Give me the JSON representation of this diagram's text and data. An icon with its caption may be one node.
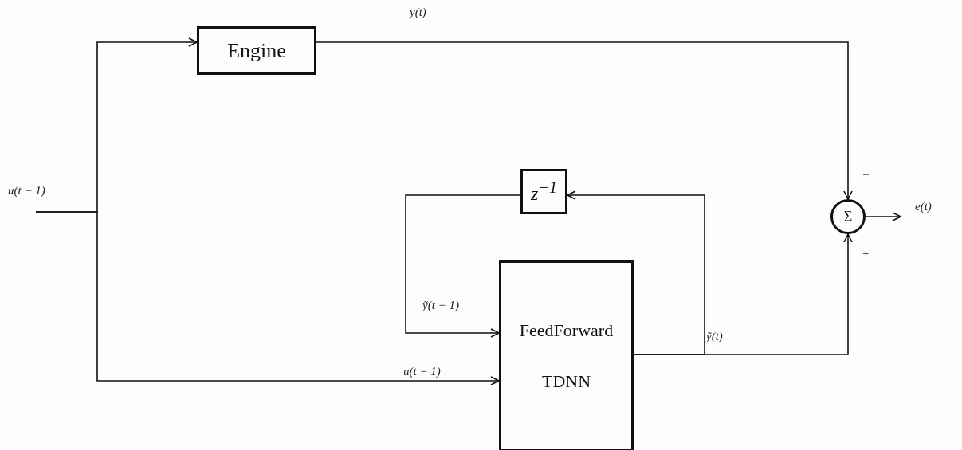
{
  "diagram": {
    "nodes": [
      {
        "text": [
          "Engine"
        ]
      },
      {
        "text": [
          "z$^{−1}$"
        ]
      },
      {
        "text": [
          "FeedForward",
          "TDNN"
        ]
      },
      {
        "text": [
          "Σ"
        ]
      }
    ],
    "edges": [
      {
        "from": null,
        "to": 0,
        "arrow": "to",
        "label": "u(t − 1)"
      },
      {
        "from": null,
        "to": 2,
        "arrow": "to",
        "label": "u(t − 1)"
      },
      {
        "from": 0,
        "to": 3,
        "arrow": "to",
        "label": "y(t)"
      },
      {
        "from": 2,
        "to": 3,
        "arrow": "to",
        "label": "*ỹ*(t)"
      },
      {
        "from": 2,
        "to": 1,
        "arrow": "to"
      },
      {
        "from": 1,
        "to": 2,
        "arrow": "to",
        "label": "ỹ(t − 1)"
      },
      {
        "from": 3,
        "to": null,
        "arrow": "to",
        "label": "e(t)"
      }
    ],
    "labels": [
      "−",
      "+"
    ]
  }
}
